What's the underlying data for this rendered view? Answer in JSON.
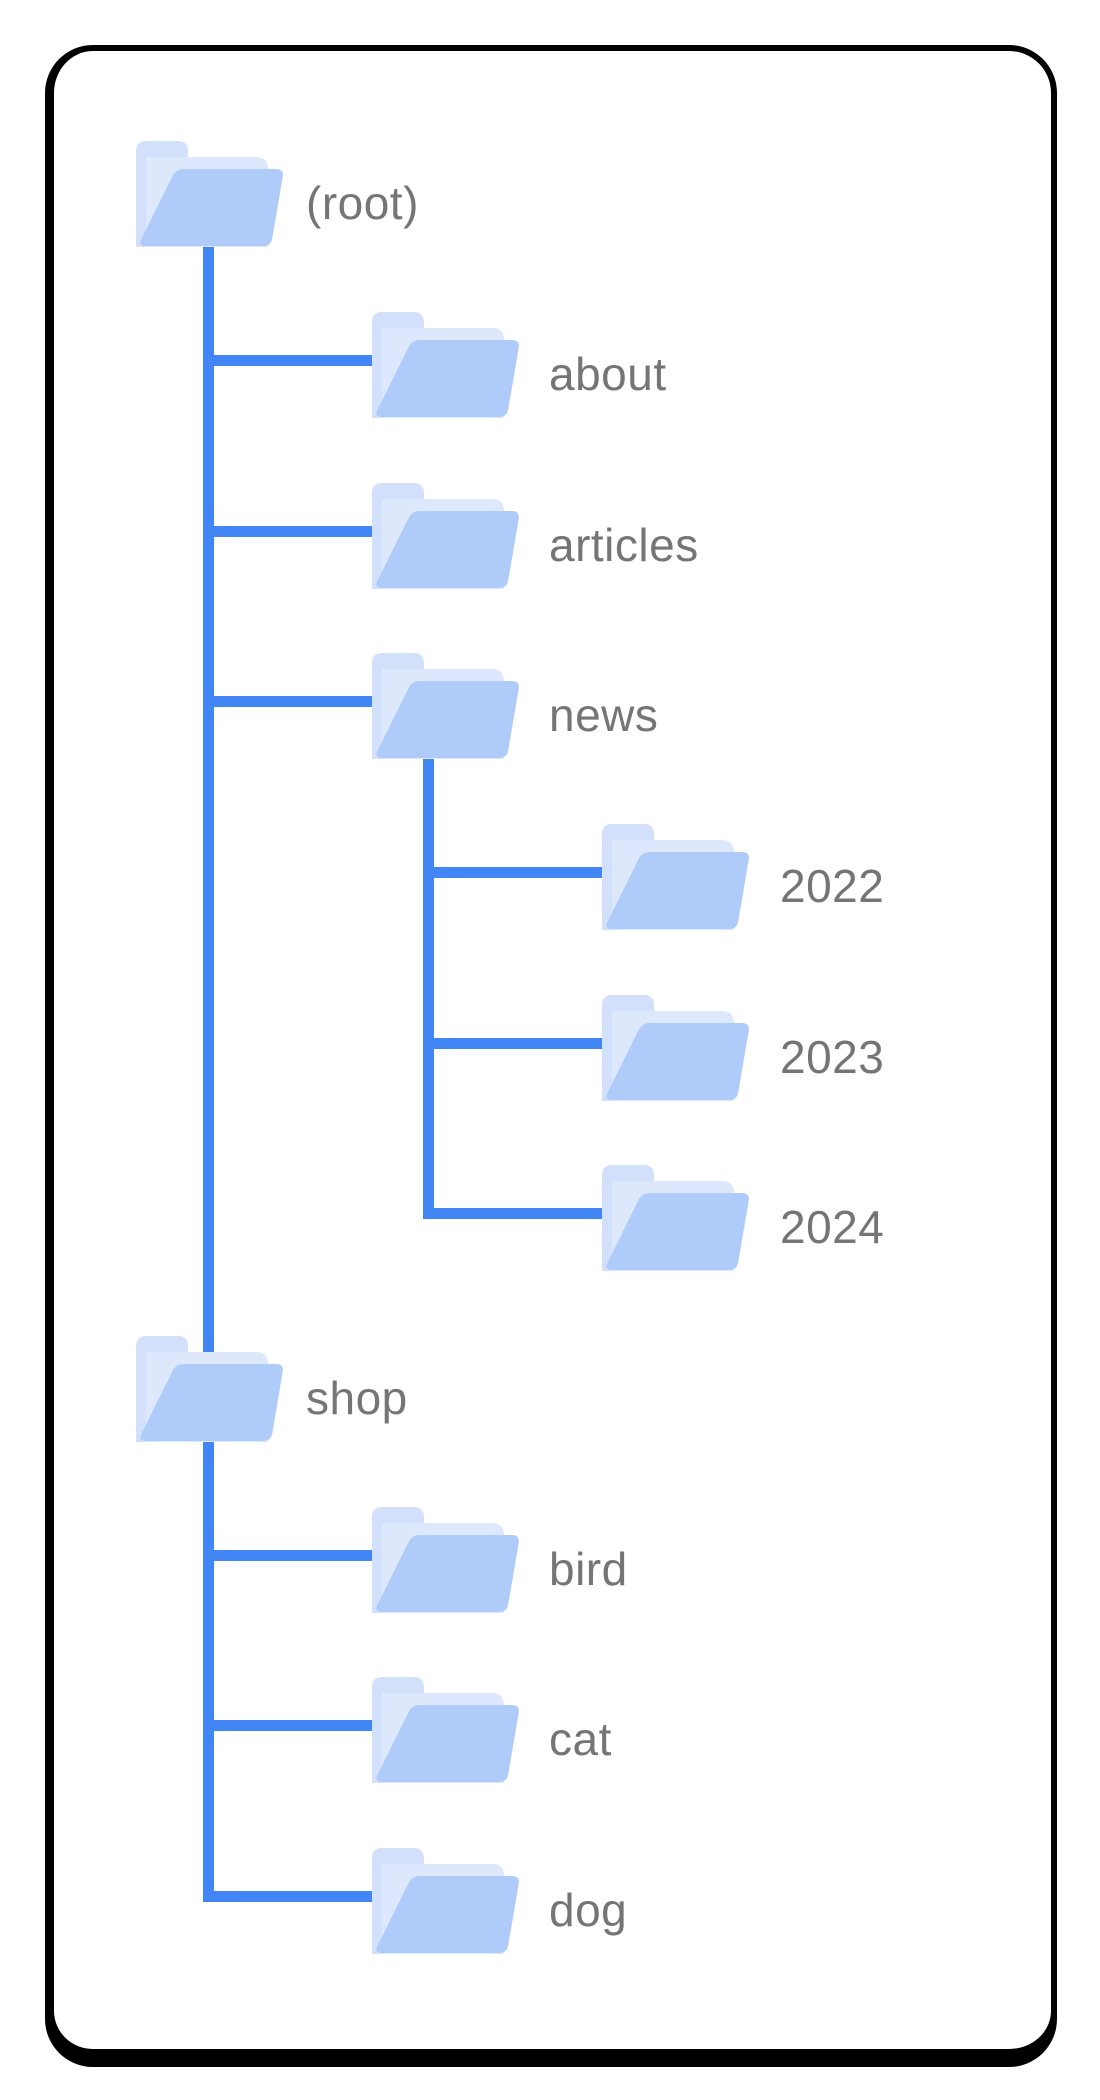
{
  "figure": {
    "type": "folder-tree-diagram",
    "description": "Site folder structure diagram inside a black rounded frame",
    "icons": {
      "node_icon": "folder-icon"
    },
    "colors": {
      "connector_blue": "#4285f4",
      "folder_front": "#aecbfa",
      "folder_back": "#d3e0fb",
      "folder_sheet": "#dde8fd",
      "label_gray": "#757575",
      "frame_black": "#000000",
      "background": "#ffffff"
    },
    "tree": {
      "label": "(root)",
      "children": [
        {
          "label": "about",
          "children": []
        },
        {
          "label": "articles",
          "children": []
        },
        {
          "label": "news",
          "children": [
            {
              "label": "2022"
            },
            {
              "label": "2023"
            },
            {
              "label": "2024"
            }
          ]
        },
        {
          "label": "shop",
          "children": [
            {
              "label": "bird"
            },
            {
              "label": "cat"
            },
            {
              "label": "dog"
            }
          ]
        }
      ]
    }
  }
}
